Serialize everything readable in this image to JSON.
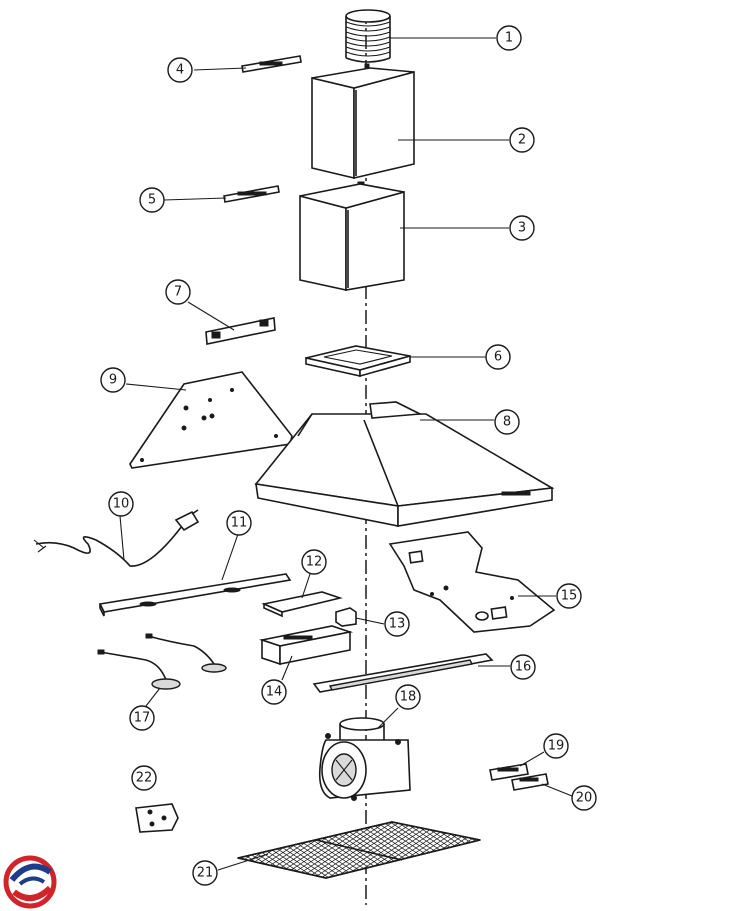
{
  "diagram": {
    "parts": [
      {
        "id": "part-1",
        "label": "1",
        "name": "duct-connector"
      },
      {
        "id": "part-2",
        "label": "2",
        "name": "upper-chimney"
      },
      {
        "id": "part-3",
        "label": "3",
        "name": "lower-chimney"
      },
      {
        "id": "part-4",
        "label": "4",
        "name": "upper-bracket"
      },
      {
        "id": "part-5",
        "label": "5",
        "name": "lower-bracket"
      },
      {
        "id": "part-6",
        "label": "6",
        "name": "chimney-frame"
      },
      {
        "id": "part-7",
        "label": "7",
        "name": "mounting-bracket"
      },
      {
        "id": "part-8",
        "label": "8",
        "name": "hood-body"
      },
      {
        "id": "part-9",
        "label": "9",
        "name": "inner-panel"
      },
      {
        "id": "part-10",
        "label": "10",
        "name": "power-cord"
      },
      {
        "id": "part-11",
        "label": "11",
        "name": "lamp-rail"
      },
      {
        "id": "part-12",
        "label": "12",
        "name": "box-cover"
      },
      {
        "id": "part-13",
        "label": "13",
        "name": "capacitor"
      },
      {
        "id": "part-14",
        "label": "14",
        "name": "control-box"
      },
      {
        "id": "part-15",
        "label": "15",
        "name": "support-plate"
      },
      {
        "id": "part-16",
        "label": "16",
        "name": "front-rail"
      },
      {
        "id": "part-17",
        "label": "17",
        "name": "lamp"
      },
      {
        "id": "part-18",
        "label": "18",
        "name": "motor"
      },
      {
        "id": "part-19",
        "label": "19",
        "name": "clip-a"
      },
      {
        "id": "part-20",
        "label": "20",
        "name": "clip-b"
      },
      {
        "id": "part-21",
        "label": "21",
        "name": "grease-filter"
      },
      {
        "id": "part-22",
        "label": "22",
        "name": "switch"
      }
    ],
    "logo": {
      "name": "brand-logo",
      "colors": [
        "#d2232a",
        "#1e3c8c"
      ]
    }
  }
}
